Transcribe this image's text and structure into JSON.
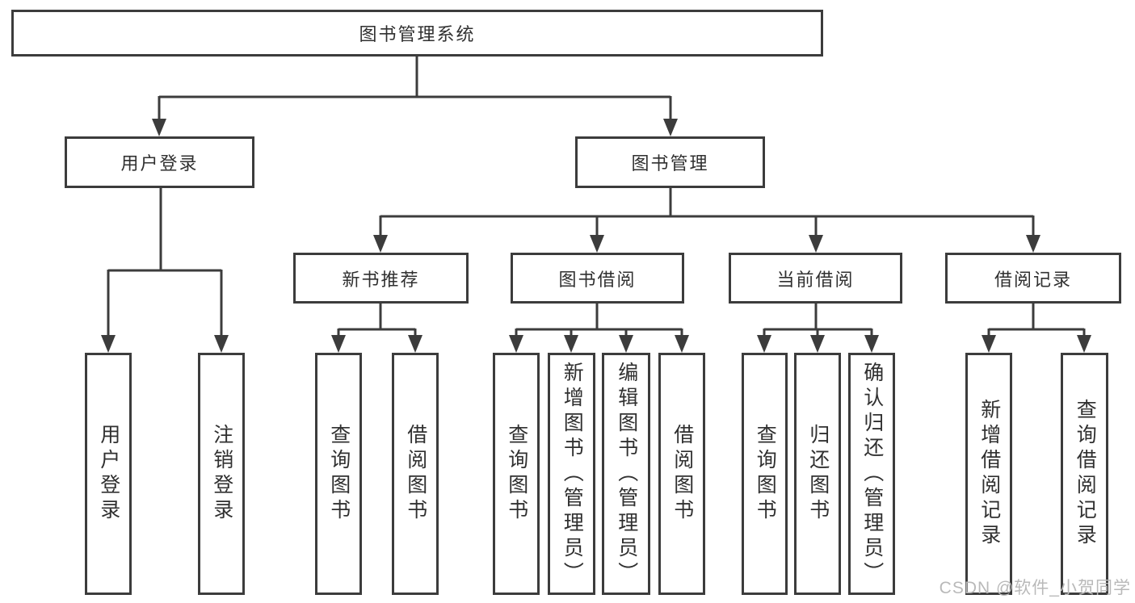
{
  "tree": {
    "root": {
      "label": "图书管理系统"
    },
    "branches": [
      {
        "label": "用户登录",
        "children": [
          {
            "label": "用户登录"
          },
          {
            "label": "注销登录"
          }
        ]
      },
      {
        "label": "图书管理",
        "children": [
          {
            "label": "新书推荐",
            "children": [
              {
                "label": "查询图书"
              },
              {
                "label": "借阅图书"
              }
            ]
          },
          {
            "label": "图书借阅",
            "children": [
              {
                "label": "查询图书"
              },
              {
                "label": "新增图书（管理员）"
              },
              {
                "label": "编辑图书（管理员）"
              },
              {
                "label": "借阅图书"
              }
            ]
          },
          {
            "label": "当前借阅",
            "children": [
              {
                "label": "查询图书"
              },
              {
                "label": "归还图书"
              },
              {
                "label": "确认归还（管理员）"
              }
            ]
          },
          {
            "label": "借阅记录",
            "children": [
              {
                "label": "新增借阅记录"
              },
              {
                "label": "查询借阅记录"
              }
            ]
          }
        ]
      }
    ]
  },
  "watermark": {
    "text": "CSDN @软件_小贺同学"
  },
  "colors": {
    "line": "#3c3c3c",
    "box_border": "#3c3c3c",
    "text": "#303030",
    "background": "#ffffff",
    "watermark": "#b9b9b9"
  }
}
